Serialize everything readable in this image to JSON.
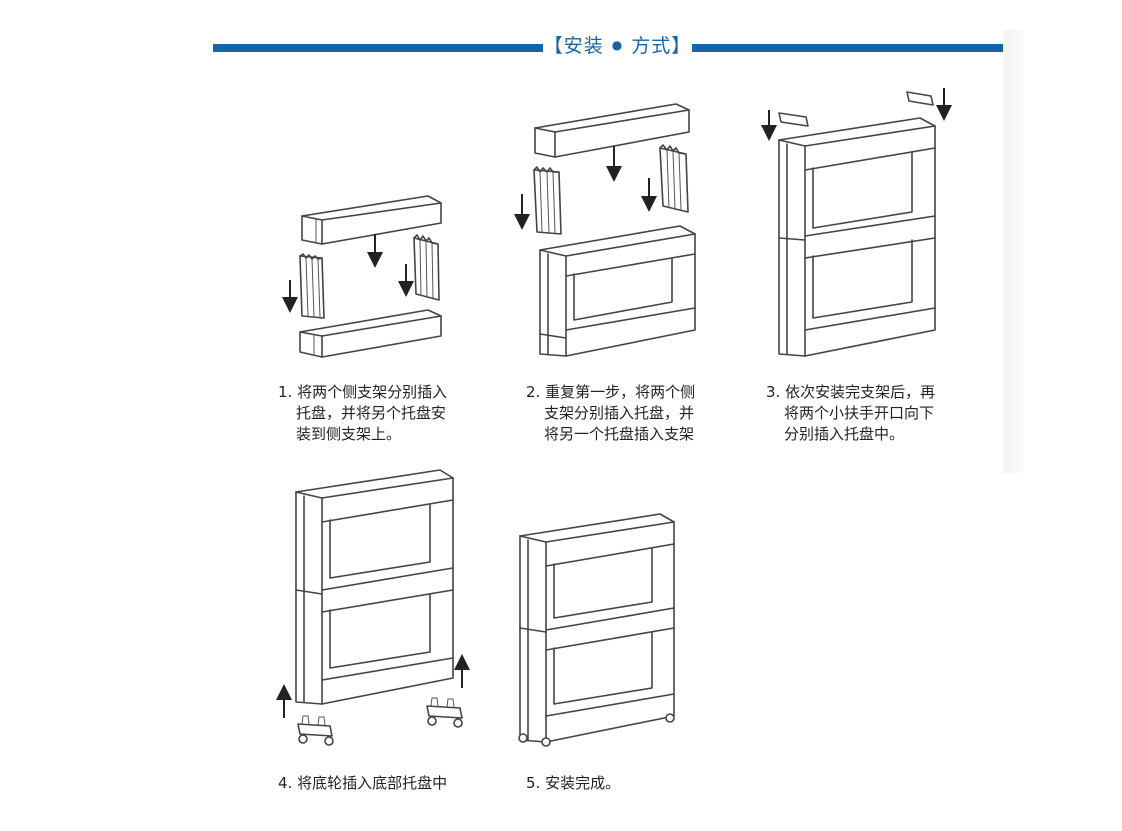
{
  "header": {
    "title_open": "【安装",
    "title_dot": "●",
    "title_close": "方式】",
    "bar_color": "#1565a8"
  },
  "steps": [
    {
      "lines": [
        "1. 将两个侧支架分别插入",
        "托盘，并将另个托盘安",
        "装到侧支架上。"
      ]
    },
    {
      "lines": [
        "2. 重复第一步，将两个侧",
        "支架分别插入托盘，并",
        "将另一个托盘插入支架"
      ]
    },
    {
      "lines": [
        "3. 依次安装完支架后，再",
        "将两个小扶手开口向下",
        "分别插入托盘中。"
      ]
    },
    {
      "lines": [
        "4. 将底轮插入底部托盘中"
      ]
    },
    {
      "lines": [
        "5. 安装完成。"
      ]
    }
  ]
}
